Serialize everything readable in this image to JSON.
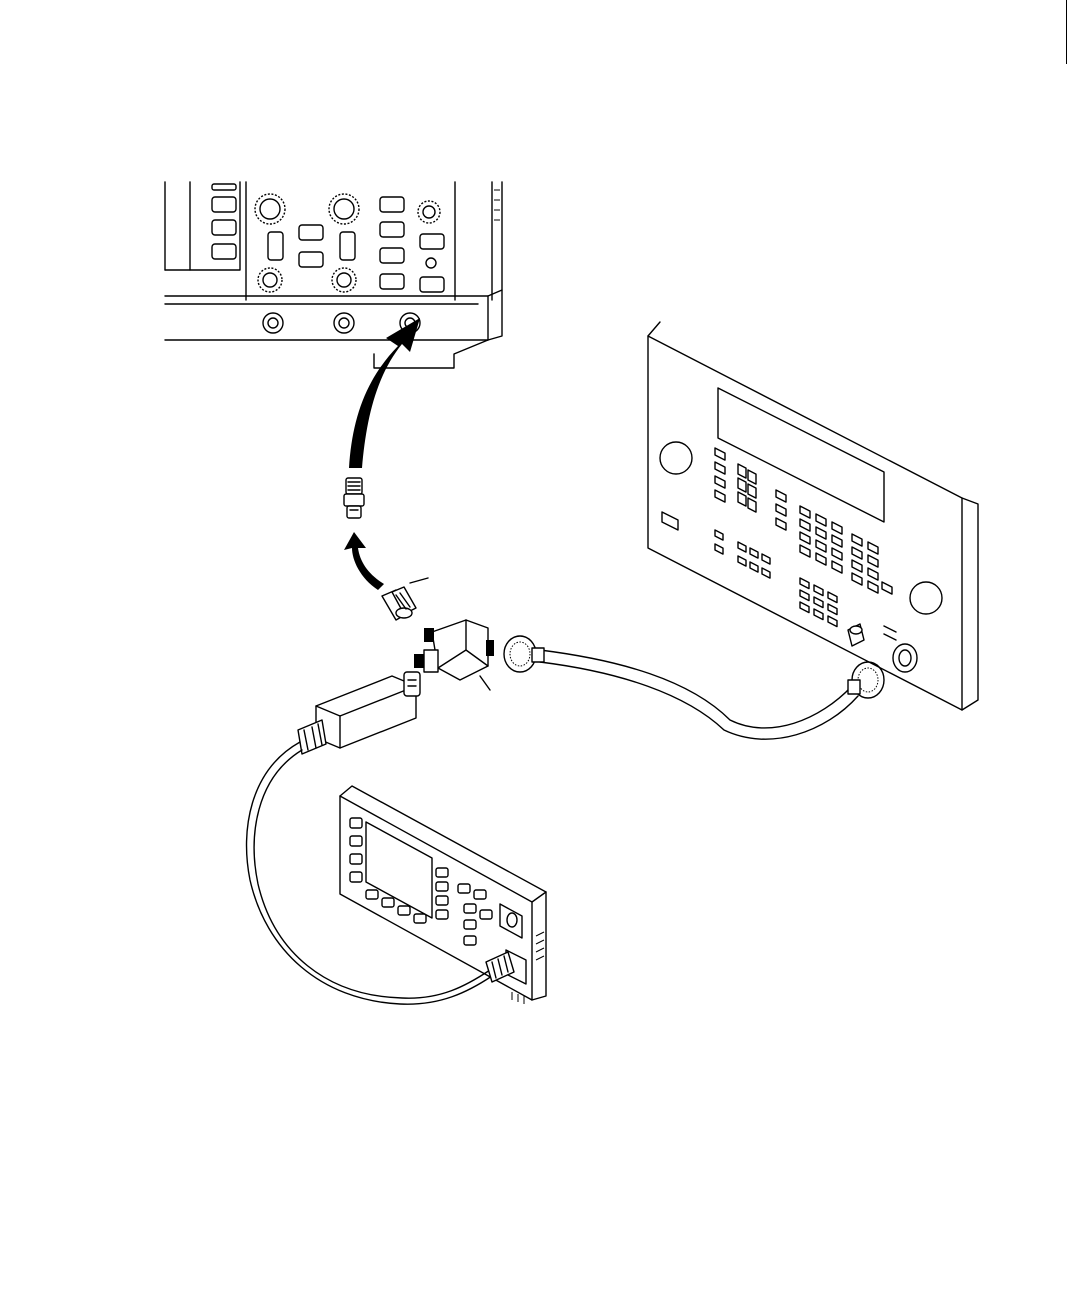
{
  "figure": {
    "description_type": "equipment-connection-diagram",
    "colors": {
      "line": "#000000",
      "background": "#ffffff"
    },
    "components": [
      {
        "id": "oscilloscope",
        "icon": "oscilloscope-front-panel-icon"
      },
      {
        "id": "signal-generator",
        "icon": "signal-generator-icon"
      },
      {
        "id": "power-meter",
        "icon": "power-meter-icon"
      },
      {
        "id": "power-sensor",
        "icon": "power-sensor-icon"
      },
      {
        "id": "bnc-tee",
        "icon": "bnc-tee-adapter-icon"
      },
      {
        "id": "adapter",
        "icon": "n-to-bnc-adapter-icon"
      },
      {
        "id": "coax-cable",
        "icon": "coax-cable-icon"
      },
      {
        "id": "sensor-cable",
        "icon": "sensor-cable-icon"
      }
    ]
  }
}
